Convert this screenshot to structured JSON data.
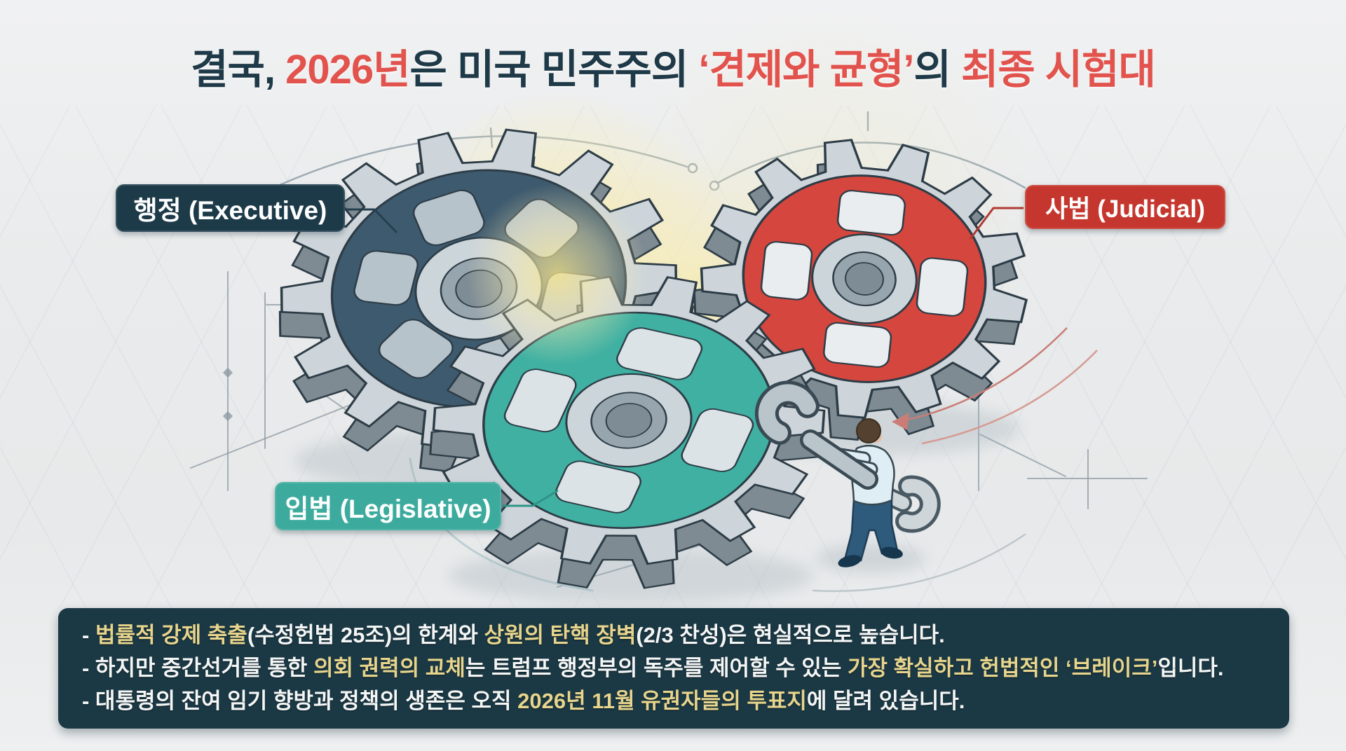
{
  "title": {
    "segments": [
      {
        "text": "결국, ",
        "color": "#1e3947"
      },
      {
        "text": "2026년",
        "color": "#e2534d"
      },
      {
        "text": "은 미국 민주주의 ",
        "color": "#1e3947"
      },
      {
        "text": "‘견제와 균형’",
        "color": "#e2534d"
      },
      {
        "text": "의 ",
        "color": "#1e3947"
      },
      {
        "text": "최종 시험대",
        "color": "#e2534d"
      }
    ]
  },
  "gears": {
    "executive": {
      "label": "행정 (Executive)",
      "box_color": "#1d3a49",
      "wheel_color": "#3e5a6e",
      "window_color": "#b7c3cb",
      "connector_color": "#24404e"
    },
    "judicial": {
      "label": "사법 (Judicial)",
      "box_color": "#c5372e",
      "wheel_color": "#d5463e",
      "window_color": "#e9edef",
      "connector_color": "#b03a31"
    },
    "legislative": {
      "label": "입법 (Legislative)",
      "box_color": "#3cab9d",
      "wheel_color": "#3fb0a2",
      "window_color": "#dce3e6",
      "connector_color": "#2f9488"
    }
  },
  "summary": {
    "bg_color": "#1b3945",
    "text_color": "#f4f6f6",
    "highlight_color": "#e7d58d",
    "lines": [
      {
        "segments": [
          {
            "text": "- ",
            "highlight": false
          },
          {
            "text": "법률적 강제 축출",
            "highlight": true
          },
          {
            "text": "(수정헌법 25조)의 한계와 ",
            "highlight": false
          },
          {
            "text": "상원의 탄핵 장벽",
            "highlight": true
          },
          {
            "text": "(2/3 찬성)은 현실적으로 높습니다.",
            "highlight": false
          }
        ]
      },
      {
        "segments": [
          {
            "text": "- 하지만 중간선거를 통한 ",
            "highlight": false
          },
          {
            "text": "의회 권력의 교체",
            "highlight": true
          },
          {
            "text": "는 트럼프 행정부의 독주를 제어할 수 있는 ",
            "highlight": false
          },
          {
            "text": "가장 확실하고 헌법적인 ‘브레이크’",
            "highlight": true
          },
          {
            "text": "입니다.",
            "highlight": false
          }
        ]
      },
      {
        "segments": [
          {
            "text": "- 대통령의 잔여 임기 향방과 정책의 생존은 오직 ",
            "highlight": false
          },
          {
            "text": "2026년 11월 유권자들의 투표지",
            "highlight": true
          },
          {
            "text": "에 달려 있습니다.",
            "highlight": false
          }
        ]
      }
    ]
  }
}
